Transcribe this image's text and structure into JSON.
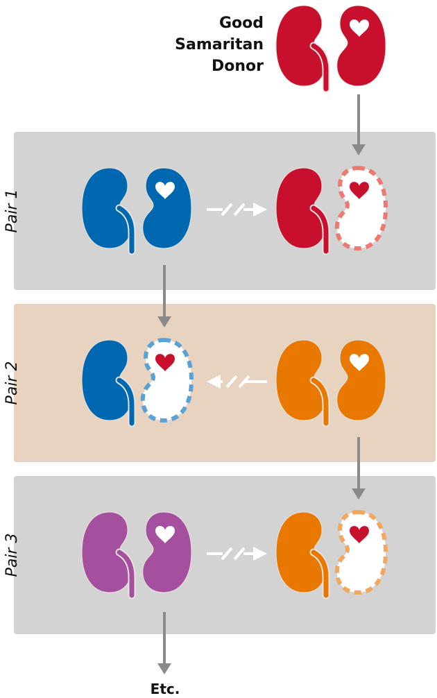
{
  "donor": {
    "label_lines": [
      "Good",
      "Samaritan",
      "Donor"
    ],
    "color": "#c8102e"
  },
  "pairs": [
    {
      "label": "Pair 1",
      "bg": "#d3d3d3",
      "left": {
        "color": "#0067b1",
        "dashed": false
      },
      "right": {
        "color": "#c8102e",
        "dashed": true,
        "dash_color": "#ec7a70"
      },
      "arrow_direction": "right"
    },
    {
      "label": "Pair 2",
      "bg": "#e8d3c0",
      "left": {
        "color": "#0067b1",
        "dashed": true,
        "dash_color": "#5aa2d6"
      },
      "right": {
        "color": "#e87800",
        "dashed": false
      },
      "arrow_direction": "left"
    },
    {
      "label": "Pair 3",
      "bg": "#d3d3d3",
      "left": {
        "color": "#a5509e",
        "dashed": false
      },
      "right": {
        "color": "#e87800",
        "dashed": true,
        "dash_color": "#f2a75e"
      },
      "arrow_direction": "right"
    }
  ],
  "footer": {
    "label": "Etc."
  },
  "colors": {
    "arrow": "#8a8a8a",
    "heart_red": "#c8102e"
  }
}
